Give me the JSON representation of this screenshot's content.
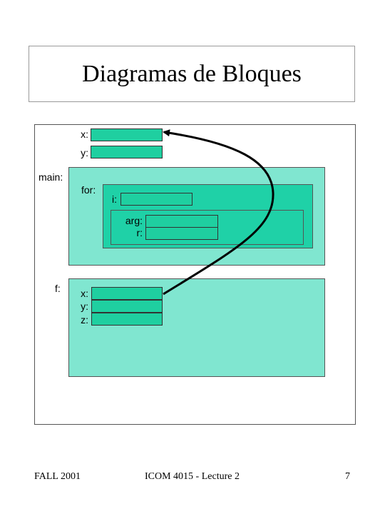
{
  "slide": {
    "title": "Diagramas de Bloques",
    "footer_left": "FALL 2001",
    "footer_center": "ICOM 4015 - Lecture 2",
    "footer_right": "7"
  },
  "globals": {
    "x_label": "x:",
    "y_label": "y:"
  },
  "main": {
    "label": "main:",
    "for": {
      "label": "for:",
      "i_label": "i:",
      "arg_label": "arg:",
      "r_label": "r:"
    }
  },
  "f": {
    "label": "f:",
    "x_label": "x:",
    "y_label": "y:",
    "z_label": "z:"
  },
  "colors": {
    "cell": "#1fcfa0",
    "block_light": "#80e6d0",
    "block_mid": "#1fd1a7",
    "arrow": "#000000"
  }
}
